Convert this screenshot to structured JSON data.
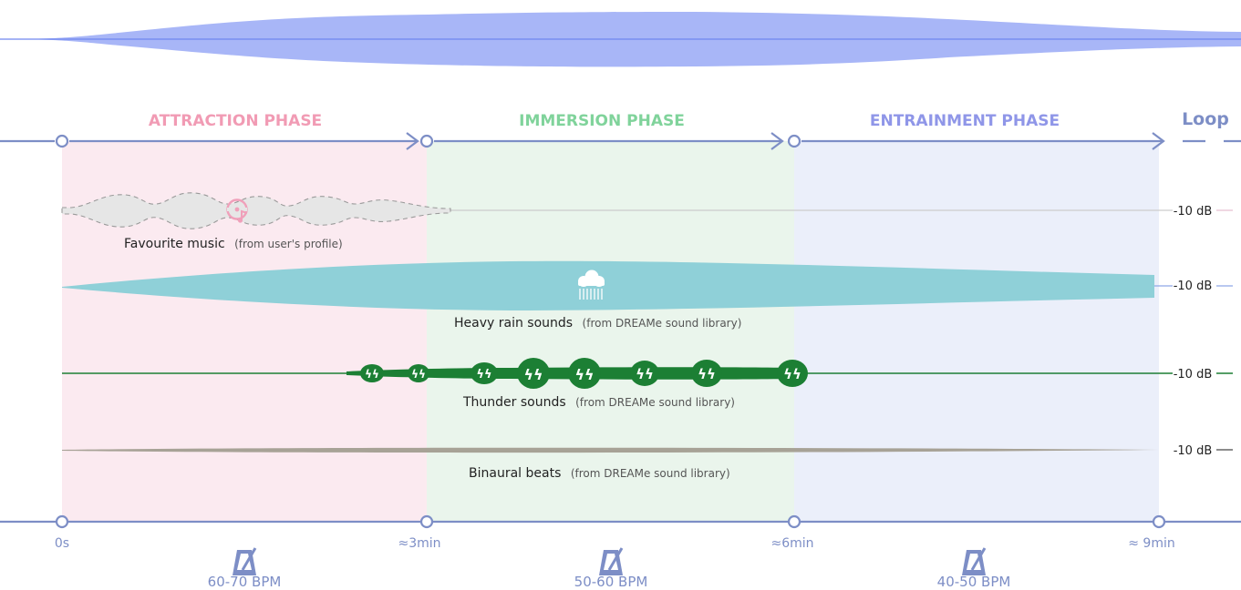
{
  "phases": [
    {
      "label": "ATTRACTION PHASE",
      "color": "#f19bb4",
      "bg": "#fbeaf0"
    },
    {
      "label": "IMMERSION PHASE",
      "color": "#80d39b",
      "bg": "#eaf5ec"
    },
    {
      "label": "ENTRAINMENT PHASE",
      "color": "#8f96e8",
      "bg": "#ebeffa"
    }
  ],
  "loop_label": "Loop",
  "tracks": [
    {
      "name": "Favourite music",
      "source": "(from user's profile)",
      "level": "-10 dB",
      "icon": "music-disc-icon",
      "color": "#dedede",
      "line": "#e8bfd0"
    },
    {
      "name": "Heavy rain sounds",
      "source": "(from DREAMe sound library)",
      "level": "-10 dB",
      "icon": "rain-cloud-icon",
      "color": "#8fd0d8",
      "line": "#8fa6e8"
    },
    {
      "name": "Thunder sounds",
      "source": "(from DREAMe sound library)",
      "level": "-10 dB",
      "icon": "lightning-icon",
      "color": "#1c7f34",
      "line": "#1c7f34"
    },
    {
      "name": "Binaural beats",
      "source": "(from DREAMe sound library)",
      "level": "-10 dB",
      "icon": "",
      "color": "#a7a296",
      "line": "#666666"
    }
  ],
  "timeline": {
    "times": [
      "0s",
      "≈3min",
      "≈6min",
      "≈ 9min"
    ],
    "bpm": [
      "60-70 BPM",
      "50-60 BPM",
      "40-50 BPM"
    ],
    "icon": "metronome-icon",
    "axis_color": "#7d8ec6"
  },
  "overview_wave_color": "#a8b6f7"
}
